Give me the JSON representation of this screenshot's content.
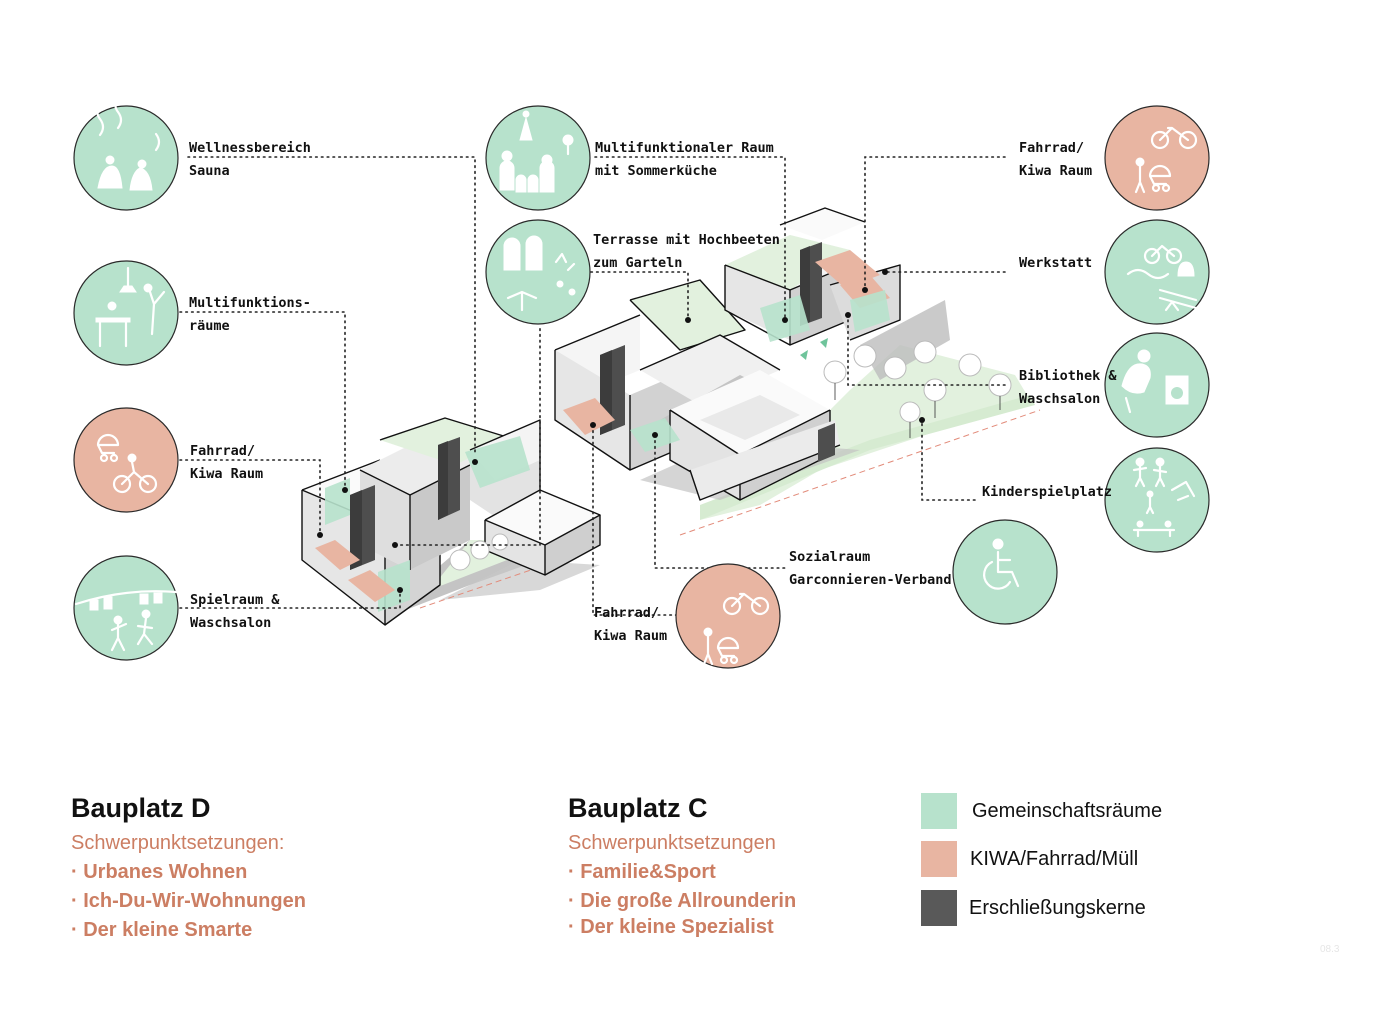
{
  "colors": {
    "gemeinschaft": "#b7e2cc",
    "kiwa": "#e8b5a2",
    "kerne": "#595959",
    "accent_text": "#cc7e63",
    "ground_green": "#e2f1de",
    "circle_stroke": "#2a2a2a"
  },
  "labels": {
    "wellness": [
      "Wellnessbereich",
      "Sauna"
    ],
    "multifunktionsraeume": [
      "Multifunktions-",
      "räume"
    ],
    "d_fahrrad": [
      "Fahrrad/",
      "Kiwa Raum"
    ],
    "spielraum": [
      "Spielraum &",
      "Waschsalon"
    ],
    "multi_raum": [
      "Multifunktionaler Raum",
      "mit Sommerküche"
    ],
    "terrasse": [
      "Terrasse mit Hochbeeten",
      "zum Garteln"
    ],
    "c_fahrrad_bottom": [
      "Fahrrad/",
      "Kiwa Raum"
    ],
    "sozialraum": [
      "Sozialraum",
      "Garconnieren-Verband"
    ],
    "c_fahrrad_top": [
      "Fahrrad/",
      "Kiwa Raum"
    ],
    "werkstatt": [
      "Werkstatt"
    ],
    "bibliothek": [
      "Bibliothek &",
      "Waschsalon"
    ],
    "kinderspielplatz": [
      "Kinderspielplatz"
    ]
  },
  "icons": {
    "wellness": "sauna-bathers-icon",
    "multifunktionsraeume": "workspace-yoga-icon",
    "d_fahrrad": "stroller-bicycle-icon",
    "spielraum": "laundry-dancers-icon",
    "multi_raum": "family-dinner-icon",
    "terrasse": "garden-terrace-icon",
    "c_fahrrad_bottom": "bicycle-stroller-icon",
    "sozialraum": "wheelchair-icon",
    "c_fahrrad_top": "bicycle-stroller-icon",
    "werkstatt": "workshop-tools-icon",
    "bibliothek": "reading-washer-icon",
    "kinderspielplatz": "playground-children-icon"
  },
  "bauplatz_d": {
    "title": "Bauplatz D",
    "subtitle": "Schwerpunktsetzungen:",
    "items": [
      "· Urbanes Wohnen",
      "· Ich-Du-Wir-Wohnungen",
      "· Der kleine Smarte"
    ]
  },
  "bauplatz_c": {
    "title": "Bauplatz C",
    "subtitle": "Schwerpunktsetzungen",
    "items": [
      "· Familie&Sport",
      "· Die große Allrounderin",
      "· Der kleine Spezialist"
    ]
  },
  "legend": [
    {
      "label": "Gemeinschaftsräume",
      "color": "#b7e2cc"
    },
    {
      "label": "KIWA/Fahrrad/Müll",
      "color": "#e8b5a2"
    },
    {
      "label": "Erschließungskerne",
      "color": "#595959"
    }
  ],
  "page_number": "08.3"
}
